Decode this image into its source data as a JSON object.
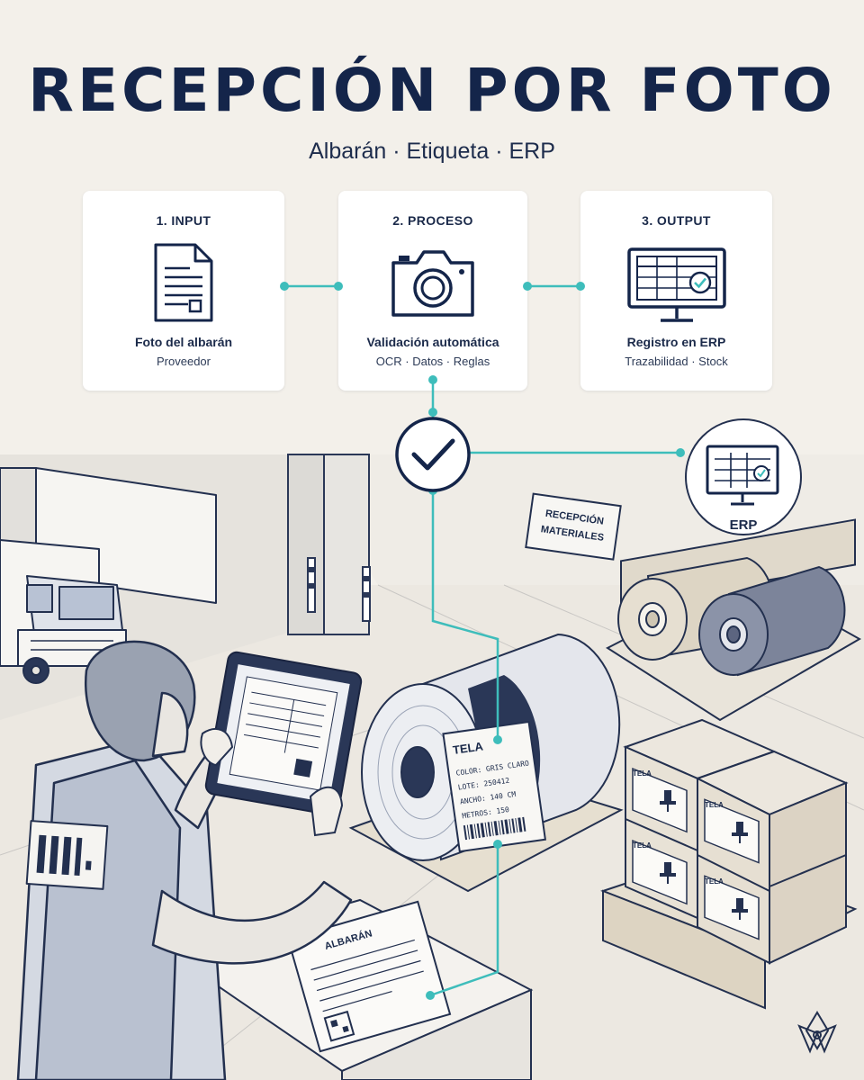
{
  "header": {
    "title": "RECEPCIÓN POR FOTO",
    "subtitle": "Albarán · Etiqueta · ERP"
  },
  "steps": [
    {
      "label": "1. INPUT",
      "title": "Foto del albarán",
      "detail": "Proveedor",
      "icon": "document-icon"
    },
    {
      "label": "2. PROCESO",
      "title": "Validación automática",
      "detail": "OCR · Datos · Reglas",
      "icon": "camera-icon"
    },
    {
      "label": "3. OUTPUT",
      "title": "Registro en ERP",
      "detail": "Trazabilidad · Stock",
      "icon": "monitor-table-icon"
    }
  ],
  "erp_badge": {
    "label": "ERP"
  },
  "sign": {
    "line1": "RECEPCIÓN",
    "line2": "MATERIALES"
  },
  "fabric_tag": {
    "title": "TELA",
    "color": "COLOR: GRIS CLARO",
    "lote": "LOTE: 250412",
    "ancho": "ANCHO: 140 CM",
    "metros": "METROS: 150"
  },
  "delivery_note": {
    "title": "ALBARÁN"
  },
  "box_label": "TELA",
  "colors": {
    "accent": "#3ebdbb",
    "navy": "#14254a",
    "background": "#f3f0ea"
  }
}
